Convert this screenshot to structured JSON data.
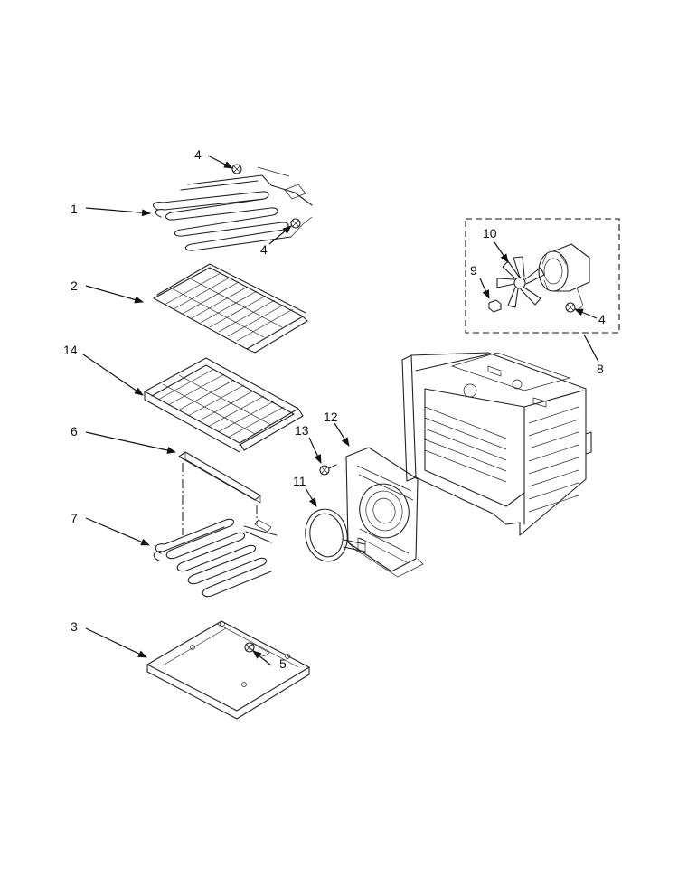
{
  "callouts": {
    "c1": "1",
    "c2": "2",
    "c3": "3",
    "c4a": "4",
    "c4b": "4",
    "c4c": "4",
    "c5": "5",
    "c6": "6",
    "c7": "7",
    "c8": "8",
    "c9": "9",
    "c10": "10",
    "c11": "11",
    "c12": "12",
    "c13": "13",
    "c14": "14"
  }
}
